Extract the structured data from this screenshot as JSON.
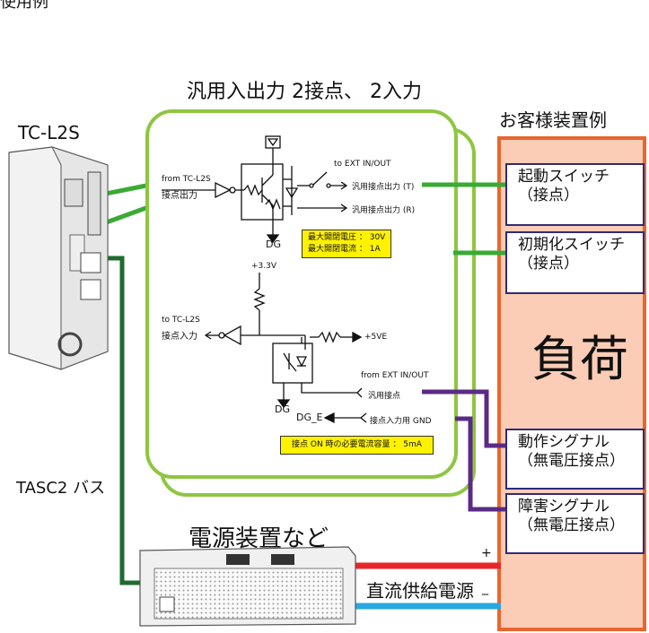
{
  "header_partial": "使用例",
  "panel_title": "汎用入出力 2接点、 2入力",
  "device_label": "TC-L2S",
  "customer_label": "お客様装置例",
  "bus_label": "TASC2 バス",
  "power_label": "電源装置など",
  "dc_label": "直流供給電源",
  "plus": "+",
  "minus": "_",
  "load_label": "負荷",
  "customer_boxes": [
    {
      "line1": "起動スイッチ",
      "line2": "（接点）"
    },
    {
      "line1": "初期化スイッチ",
      "line2": "（接点）"
    },
    {
      "line1": "動作シグナル",
      "line2": "（無電圧接点）"
    },
    {
      "line1": "障害シグナル",
      "line2": "（無電圧接点）"
    }
  ],
  "circuit": {
    "from_tc": "from TC-L2S",
    "contact_out": "接点出力",
    "to_ext": "to EXT IN/OUT",
    "out_t": "汎用接点出力 (T)",
    "out_r": "汎用接点出力 (R)",
    "dg1": "DG",
    "note1_line1": "最大開閉電圧 ： 30V",
    "note1_line2": "最大開閉電流 ： 1A",
    "v33": "+3.3V",
    "to_tc": "to TC-L2S",
    "contact_in": "接点入力",
    "v5": "+5VE",
    "from_ext": "from EXT IN/OUT",
    "gen_contact": "汎用接点",
    "dg2": "DG",
    "dge": "DG_E",
    "gnd": "接点入力用 GND",
    "note2": "接点 ON 時の必要電流容量 ： 5mA"
  },
  "colors": {
    "green": "#3aaa35",
    "purple": "#5b2a86",
    "red": "#e8262a",
    "blue": "#29a8e0",
    "dark_green": "#1f6b2f",
    "panel_border": "#8ec641",
    "load_fill": "#fbcdb6",
    "load_border": "#e8662d",
    "note_fill": "#fff200"
  }
}
